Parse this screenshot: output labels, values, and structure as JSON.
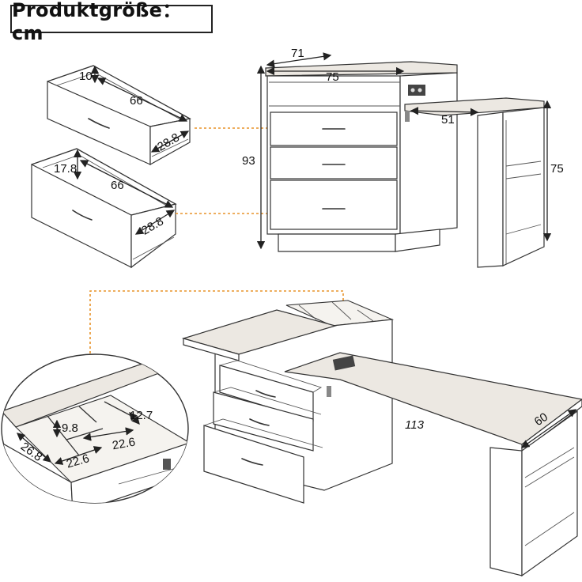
{
  "title": "Produktgröße：cm",
  "dimensions": {
    "drawer_top_height": "10",
    "drawer_top_depth": "66",
    "drawer_top_width": "28.8",
    "drawer_bottom_height": "17.8",
    "drawer_bottom_depth": "66",
    "drawer_bottom_width": "28.8",
    "cabinet_depth": "71",
    "cabinet_width": "75",
    "cabinet_height": "93",
    "extension_length": "51",
    "extension_height": "75",
    "desk_length": "113",
    "desk_width": "60",
    "compartment_depth": "26.8",
    "compartment_height": "9.8",
    "compartment_width_left": "22.6",
    "compartment_width_right": "22.6",
    "compartment_small": "12.7"
  },
  "colors": {
    "accent": "#f0902a",
    "line": "#333333",
    "top_surface": "#ece8e2"
  }
}
